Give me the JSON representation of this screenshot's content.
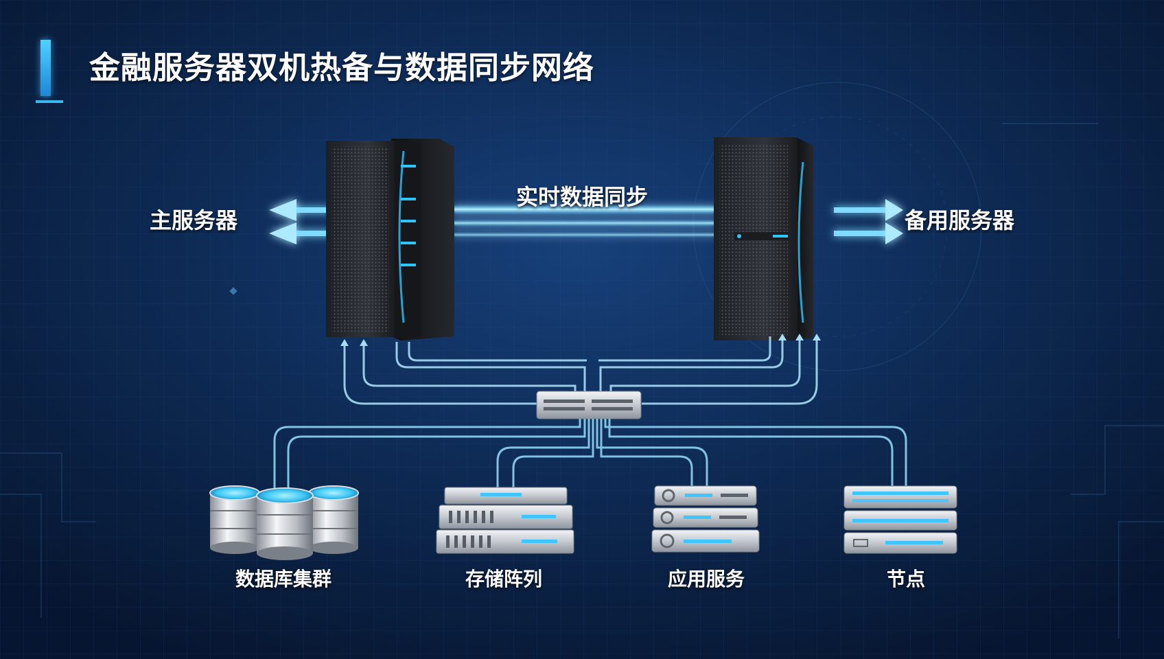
{
  "title": "金融服务器双机热备与数据同步网络",
  "labels": {
    "primary_server": "主服务器",
    "backup_server": "备用服务器",
    "sync": "实时数据同步",
    "db_cluster": "数据库集群",
    "storage_array": "存储阵列",
    "app_service": "应用服务",
    "node": "节点"
  },
  "colors": {
    "background": "#0a1c3a",
    "accent": "#3fc6ff",
    "link_line": "#9fd8f2",
    "title_text": "#ffffff"
  },
  "icons": [
    "primary-server-tower-icon",
    "backup-server-tower-icon",
    "network-switch-icon",
    "database-cluster-icon",
    "storage-array-icon",
    "app-service-rack-icon",
    "node-rack-icon"
  ]
}
